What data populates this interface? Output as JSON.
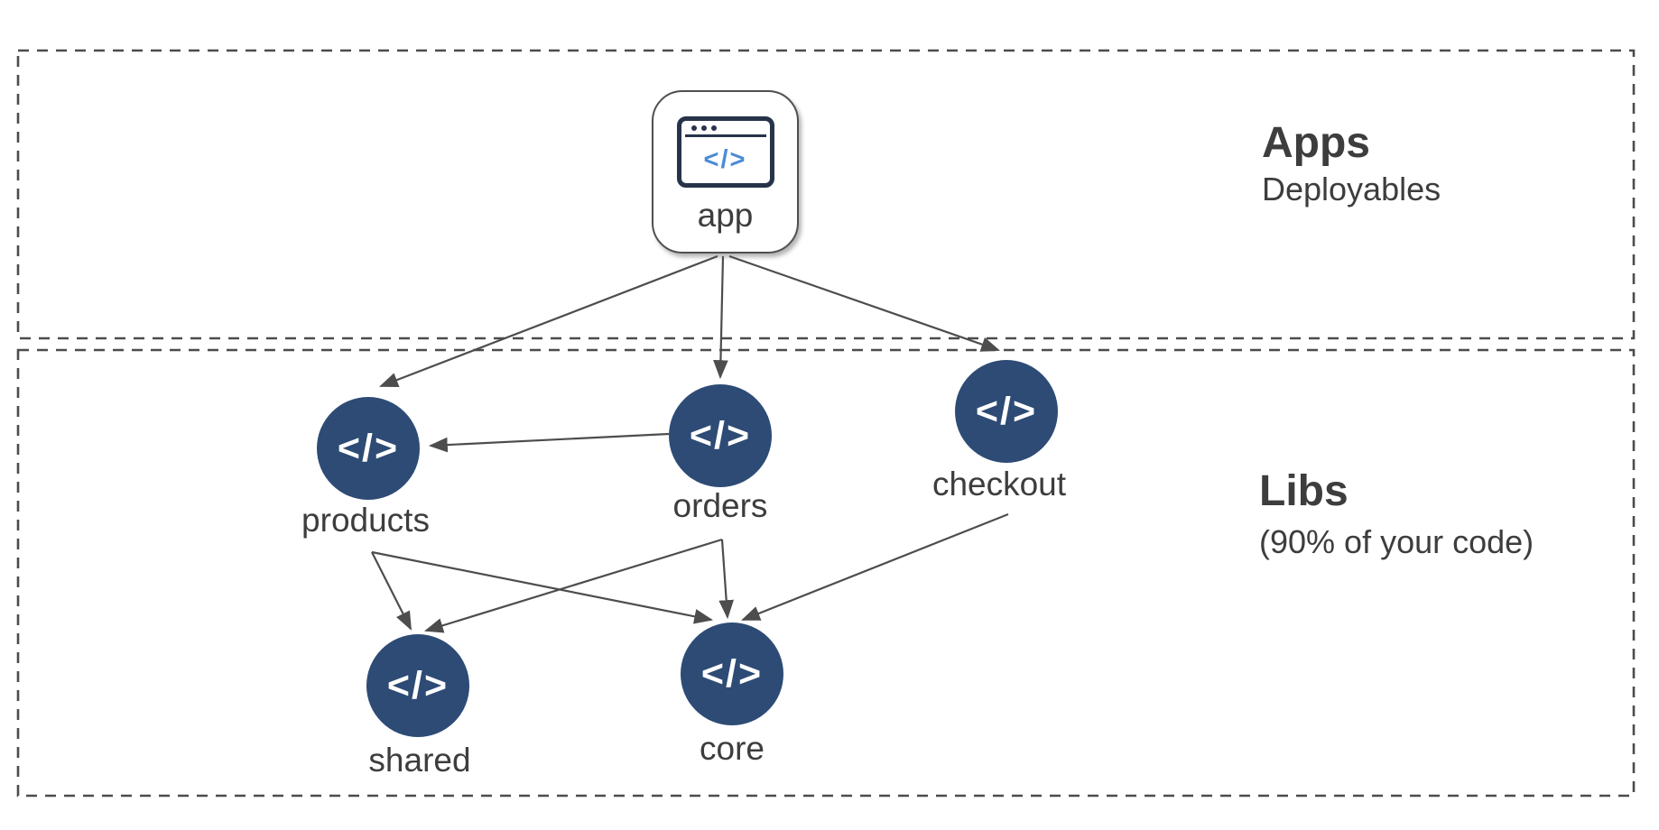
{
  "sections": [
    {
      "id": "apps",
      "title": "Apps",
      "subtitle": "Deployables"
    },
    {
      "id": "libs",
      "title": "Libs",
      "subtitle": "(90% of your code)"
    }
  ],
  "app_node": {
    "id": "app",
    "label": "app",
    "icon": "browser-code-window-icon"
  },
  "lib_nodes": [
    {
      "id": "products",
      "label": "products"
    },
    {
      "id": "orders",
      "label": "orders"
    },
    {
      "id": "checkout",
      "label": "checkout"
    },
    {
      "id": "shared",
      "label": "shared"
    },
    {
      "id": "core",
      "label": "core"
    }
  ],
  "edges": [
    {
      "from": "app",
      "to": "products"
    },
    {
      "from": "app",
      "to": "orders"
    },
    {
      "from": "app",
      "to": "checkout"
    },
    {
      "from": "orders",
      "to": "products"
    },
    {
      "from": "products",
      "to": "shared"
    },
    {
      "from": "products",
      "to": "core"
    },
    {
      "from": "orders",
      "to": "shared"
    },
    {
      "from": "orders",
      "to": "core"
    },
    {
      "from": "checkout",
      "to": "core"
    }
  ],
  "icons": {
    "code_glyph": "</>"
  },
  "colors": {
    "lib_circle": "#2d4b75",
    "arrow": "#4d4d4d",
    "dashed_border": "#4c4c4c",
    "text": "#3d3d3d",
    "app_icon_outline": "#26334a",
    "app_icon_code": "#4b8bd4"
  }
}
